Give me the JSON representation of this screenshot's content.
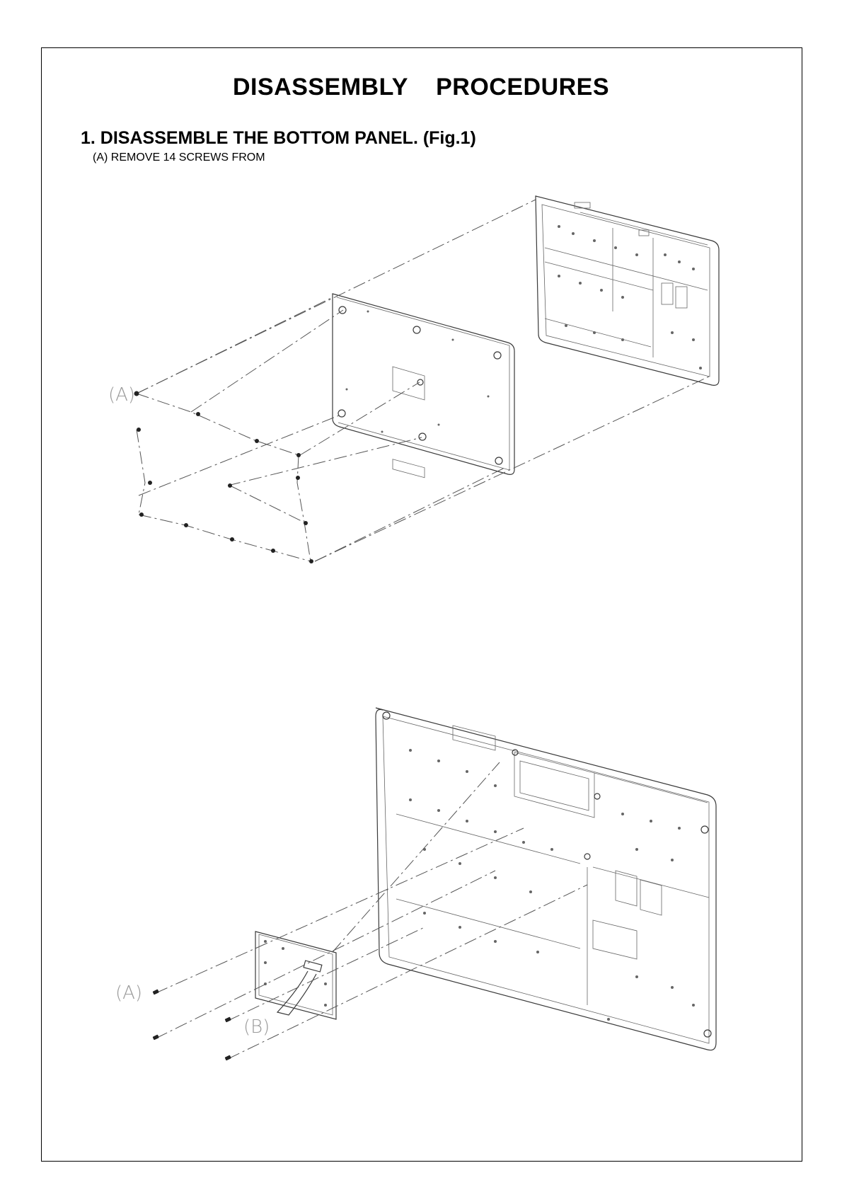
{
  "page": {
    "title": "DISASSEMBLY    PROCEDURES",
    "step_heading": "1. DISASSEMBLE THE BOTTOM PANEL. (Fig.1)",
    "step_instruction": "(A)  REMOVE 14 SCREWS FROM"
  },
  "figure1": {
    "callouts": {
      "a": "(A)"
    }
  },
  "figure2": {
    "callouts": {
      "a": "(A)",
      "b": "(B)"
    }
  }
}
